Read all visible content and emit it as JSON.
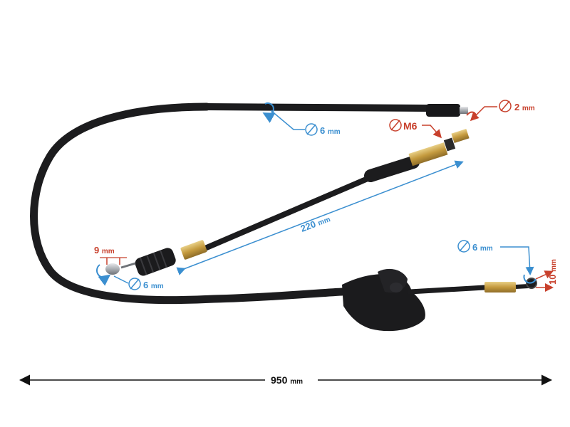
{
  "colors": {
    "background": "#ffffff",
    "cable": "#1c1c1e",
    "dimension_blue": "#3b8fd0",
    "dimension_red": "#c8402c",
    "overall_line": "#111111",
    "brass": "#c9a24a",
    "steel": "#b9bcc0"
  },
  "labels": {
    "overall": {
      "value": "950",
      "unit": "mm"
    },
    "inner_length": {
      "value": "220",
      "unit": "mm"
    },
    "top_sheath_dia": {
      "value": "6",
      "unit": "mm"
    },
    "top_end_dia": {
      "value": "2",
      "unit": "mm"
    },
    "thread": {
      "value": "M6"
    },
    "left_nipple_len": {
      "value": "9",
      "unit": "mm"
    },
    "left_nipple_dia": {
      "value": "6",
      "unit": "mm"
    },
    "right_end_dia": {
      "value": "6",
      "unit": "mm"
    },
    "right_end_len": {
      "value": "10",
      "unit": "mm"
    }
  },
  "icons": [
    "diameter-icon",
    "rotation-arrow-icon",
    "double-arrow-icon"
  ]
}
